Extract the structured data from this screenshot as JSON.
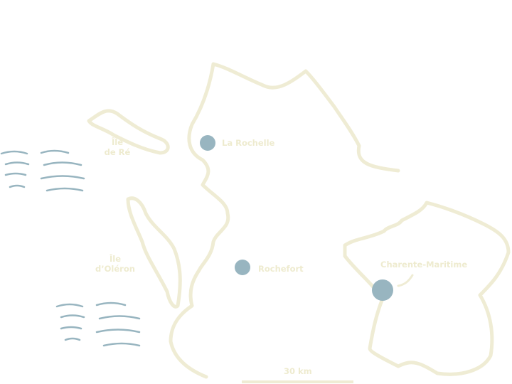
{
  "colors": {
    "land_outline": "#efecd4",
    "city_dot": "#98b5c0",
    "waves": "#98b5c0",
    "label": "#eeebcf"
  },
  "cities": [
    {
      "name": "La Rochelle"
    },
    {
      "name": "Rochefort"
    }
  ],
  "islands": [
    {
      "line1": "Île",
      "line2": "de Ré"
    },
    {
      "line1": "Île",
      "line2": "d’Oléron"
    }
  ],
  "inset": {
    "label": "Charente-Maritime"
  },
  "scale": {
    "label": "30 km"
  }
}
